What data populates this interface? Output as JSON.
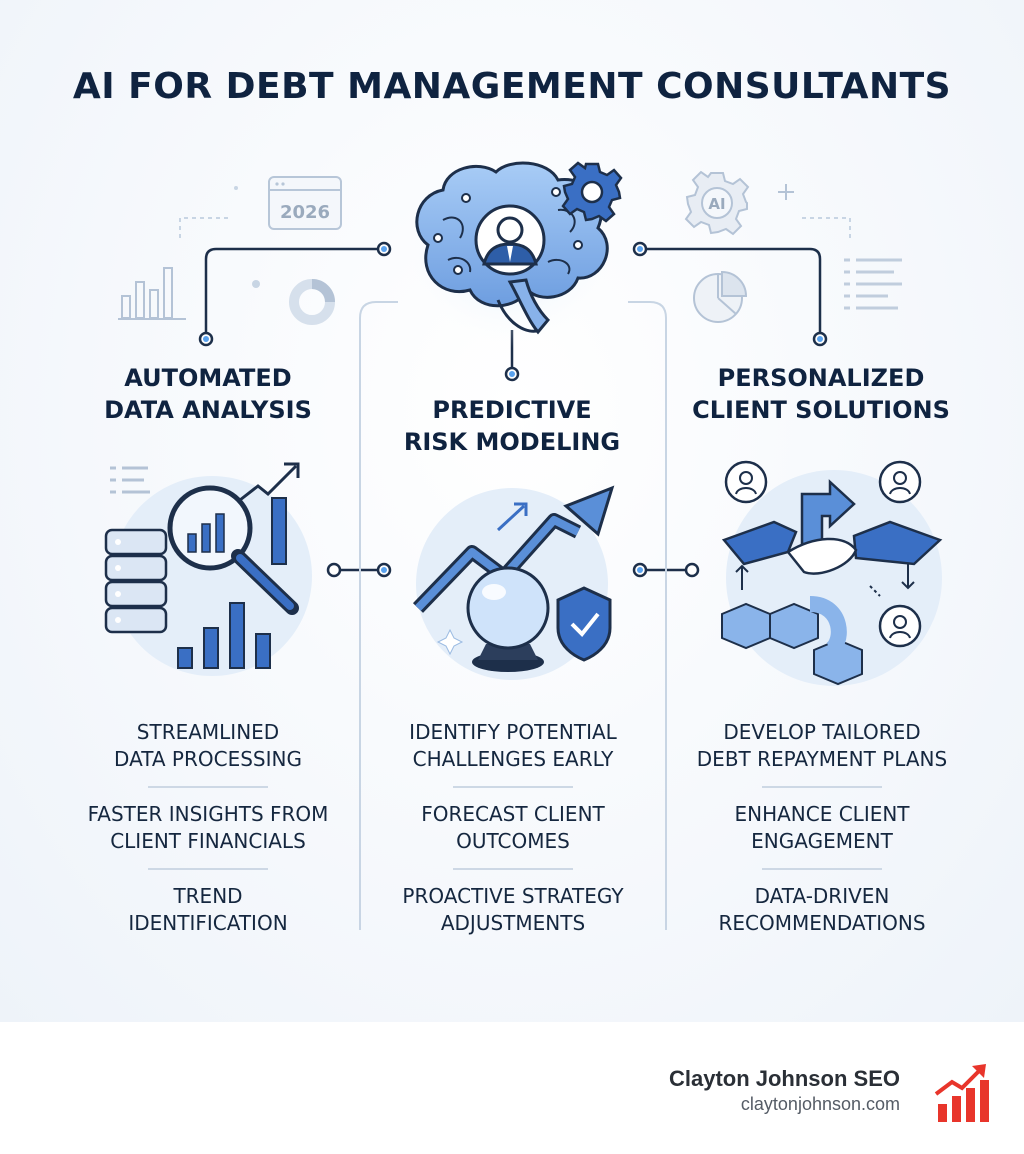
{
  "title": "AI FOR DEBT MANAGEMENT CONSULTANTS",
  "decor": {
    "calendar_year": "2026",
    "ai_gear_label": "AI"
  },
  "columns": [
    {
      "title": "AUTOMATED\nDATA ANALYSIS",
      "icon": "data-analysis-icon",
      "bullets": [
        "STREAMLINED\nDATA PROCESSING",
        "FASTER INSIGHTS FROM\nCLIENT FINANCIALS",
        "TREND\nIDENTIFICATION"
      ]
    },
    {
      "title": "PREDICTIVE\nRISK MODELING",
      "icon": "crystal-ball-icon",
      "bullets": [
        "IDENTIFY POTENTIAL\nCHALLENGES EARLY",
        "FORECAST CLIENT\nOUTCOMES",
        "PROACTIVE STRATEGY\nADJUSTMENTS"
      ]
    },
    {
      "title": "PERSONALIZED\nCLIENT SOLUTIONS",
      "icon": "handshake-icon",
      "bullets": [
        "DEVELOP TAILORED\nDEBT REPAYMENT PLANS",
        "ENHANCE CLIENT\nENGAGEMENT",
        "DATA-DRIVEN\nRECOMMENDATIONS"
      ]
    }
  ],
  "brand": {
    "name": "Clayton Johnson SEO",
    "url": "claytonjohnson.com",
    "logo_color": "#e8352b"
  },
  "colors": {
    "navy": "#0f2340",
    "blue": "#3a6fc4",
    "light_blue": "#a9c8f0",
    "accent": "#2f7fe0"
  }
}
